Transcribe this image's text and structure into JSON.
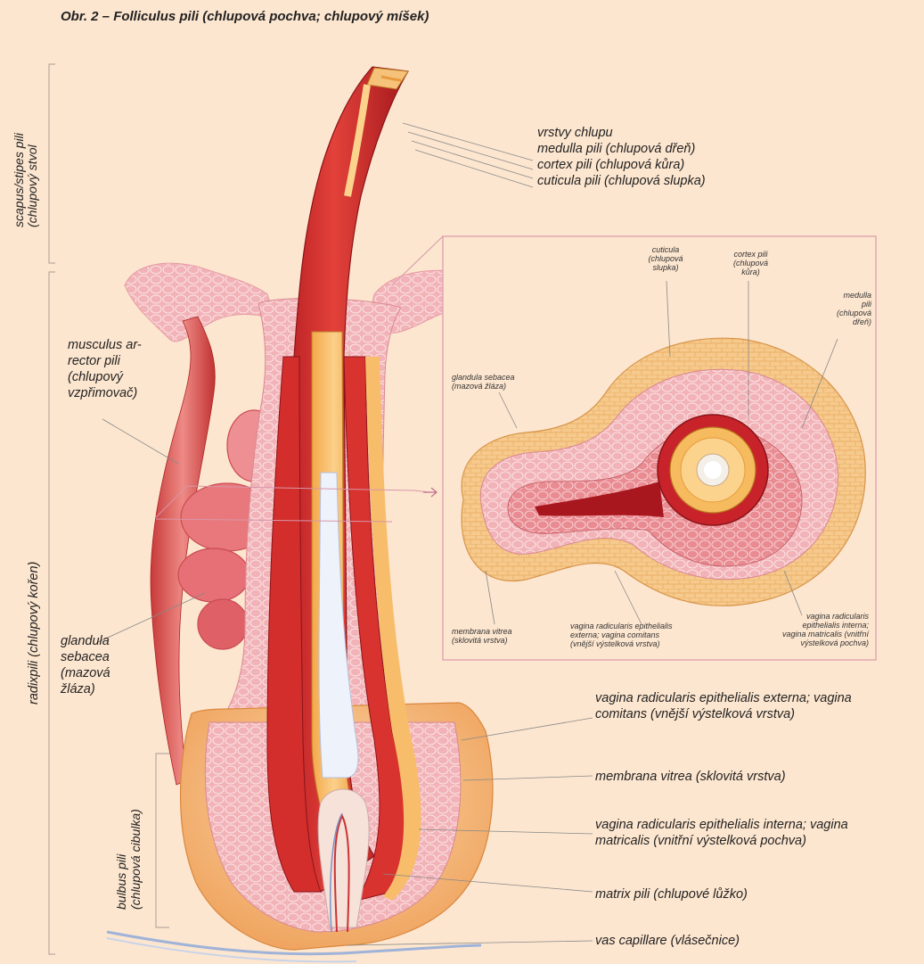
{
  "title": "Obr. 2 – Folliculus pili (chlupová pochva; chlupový míšek)",
  "side_labels": {
    "scapus": [
      "scapus/stipes pili",
      "(chlupový stvol"
    ],
    "radix": "radixpili (chlupový kořen)",
    "bulbus": [
      "bulbus pili",
      "(chlupová cibulka)"
    ]
  },
  "hair_layers": {
    "heading": "vrstvy chlupu",
    "medulla": "medulla pili (chlupová dřeň)",
    "cortex": "cortex pili (chlupová kůra)",
    "cuticula": "cuticula pili (chlupová slupka)"
  },
  "left_labels": {
    "musculus": [
      "musculus ar-",
      "rector pili",
      "(chlupový",
      "vzpřimovač)"
    ],
    "glandula": [
      "glandula",
      "sebacea",
      "(mazová",
      "žláza)"
    ]
  },
  "right_labels": {
    "vagina_externa": [
      "vagina radicularis epithelialis externa; vagina",
      "comitans (vnější výstelková vrstva)"
    ],
    "membrana": "membrana vitrea (sklovitá vrstva)",
    "vagina_interna": [
      "vagina radicularis epithelialis interna; vagina",
      "matricalis (vnitřní výstelková pochva)"
    ],
    "matrix": "matrix pili (chlupové lůžko)",
    "vas": "vas capillare (vlásečnice)"
  },
  "inset_labels": {
    "cuticula": [
      "cuticula",
      "(chlupová",
      "slupka)"
    ],
    "cortex": [
      "cortex pili",
      "(chlupová",
      "kůra)"
    ],
    "medulla": [
      "medulla",
      "pili",
      "(chlupová",
      "dřeň)"
    ],
    "glandula": [
      "glandula sebacea",
      "(mazová žláza)"
    ],
    "membrana": [
      "membrana vitrea",
      "(sklovitá vrstva)"
    ],
    "vagina_ext": [
      "vagina radicularis epithelialis",
      "externa; vagina comitans",
      "(vnější výstelková vrstva)"
    ],
    "vagina_int": [
      "vagina radicularis",
      "epithelialis interna;",
      "vagina matricalis (vnitřní",
      "výstelková pochva)"
    ]
  },
  "colors": {
    "background": "#fde6cf",
    "red": "#d8342f",
    "dark_red": "#a11a1e",
    "pink": "#f0a7ad",
    "orange": "#f7b95c",
    "light_orange": "#f9d3a0"
  }
}
